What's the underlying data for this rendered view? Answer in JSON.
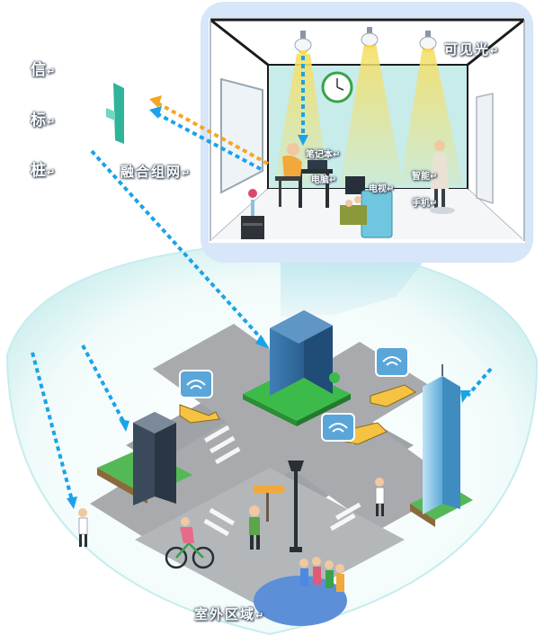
{
  "labels": {
    "left_vertical": [
      "信",
      "标",
      "桩"
    ],
    "fusion_network": "融合组网",
    "visible_light": "可见光",
    "laptop": "笔记本",
    "computer": "电脑",
    "tv": "电视",
    "smartphone_1": "智能",
    "smartphone_2": "手机",
    "bottom_area": "室外区域",
    "return_mark": "↵"
  },
  "colors": {
    "sky_blue": "#1aa3e8",
    "orange": "#f5a623",
    "frame_blue": "#cfe0f5",
    "road": "#a8aaad",
    "grass": "#3dbb4a"
  },
  "icons": [
    "wifi-icon",
    "street-lamp-icon",
    "signpost-icon",
    "ceiling-light-icon",
    "wall-clock-icon"
  ]
}
